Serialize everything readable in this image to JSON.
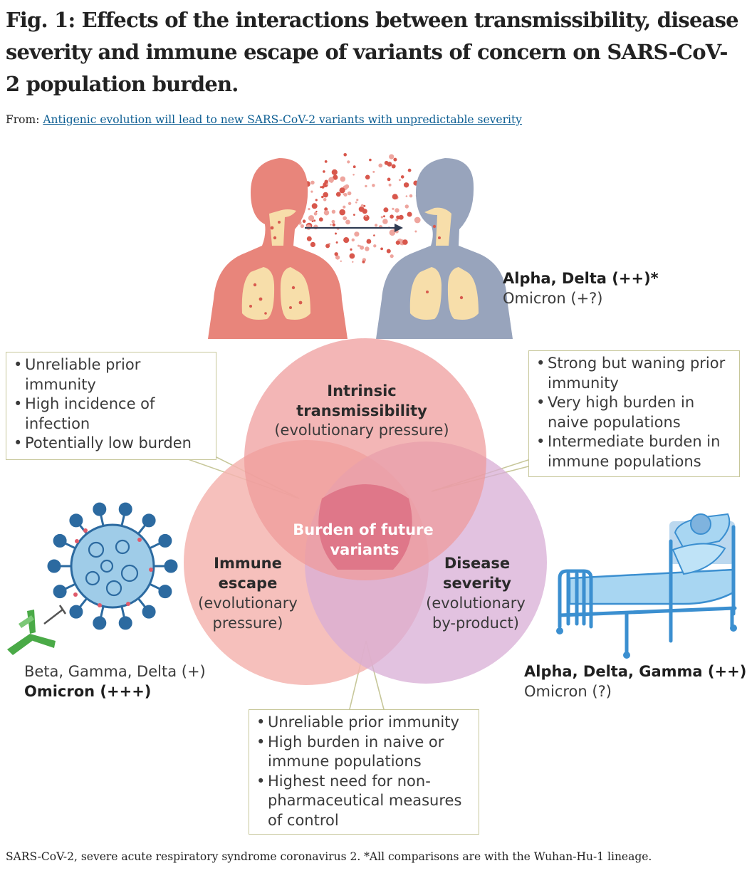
{
  "header": {
    "title": "Fig. 1: Effects of the interactions between transmissibility, disease severity and immune escape of variants of concern on SARS-CoV-2 population burden.",
    "source_prefix": "From: ",
    "source_link": "Antigenic evolution will lead to new SARS-CoV-2 variants with unpredictable severity"
  },
  "venn": {
    "top": {
      "title_line1": "Intrinsic",
      "title_line2": "transmissibility",
      "note": "(evolutionary pressure)"
    },
    "left": {
      "title_line1": "Immune",
      "title_line2": "escape",
      "note_line1": "(evolutionary",
      "note_line2": "pressure)"
    },
    "right": {
      "title_line1": "Disease",
      "title_line2": "severity",
      "note_line1": "(evolutionary",
      "note_line2": "by-product)"
    },
    "center": {
      "line1": "Burden of future",
      "line2": "variants"
    }
  },
  "callouts": {
    "top_left": [
      "Unreliable prior immunity",
      "High incidence of infection",
      "Potentially low burden"
    ],
    "top_right": [
      "Strong but waning prior immunity",
      "Very high burden in naive populations",
      "Intermediate burden in immune populations"
    ],
    "bottom": [
      "Unreliable prior immunity",
      "High burden in naive or immune populations",
      "Highest need for non-pharmaceutical measures of control"
    ]
  },
  "variants": {
    "transmission": {
      "bold": "Alpha, Delta (++)*",
      "normal": "Omicron (+?)"
    },
    "immune_escape": {
      "normal": "Beta, Gamma, Delta (+)",
      "bold": "Omicron (+++)"
    },
    "severity": {
      "bold": "Alpha, Delta, Gamma (++)",
      "normal": "Omicron (?)"
    }
  },
  "footnote": "SARS-CoV-2, severe acute respiratory syndrome coronavirus 2. *All comparisons are with the Wuhan-Hu-1 lineage.",
  "colors": {
    "transmissibility": "#ef9a9a",
    "immune_escape": "#f4b5b0",
    "severity": "#d8aed6",
    "center": "#d65570",
    "person_red": "#e8857b",
    "person_grey": "#98a4bc",
    "lungs": "#f7deaa",
    "virus": "#9fcce8",
    "spike": "#2c6aa0",
    "antibody": "#4aaa47",
    "bed": "#3b8fd0",
    "box_border": "#c7c79a",
    "link": "#0b5d92"
  },
  "icons": [
    "transmission-arrow-icon",
    "sars-cov-2-virus-icon",
    "antibody-icon",
    "hospital-bed-patient-icon",
    "infected-person-icon",
    "exposed-person-icon"
  ]
}
